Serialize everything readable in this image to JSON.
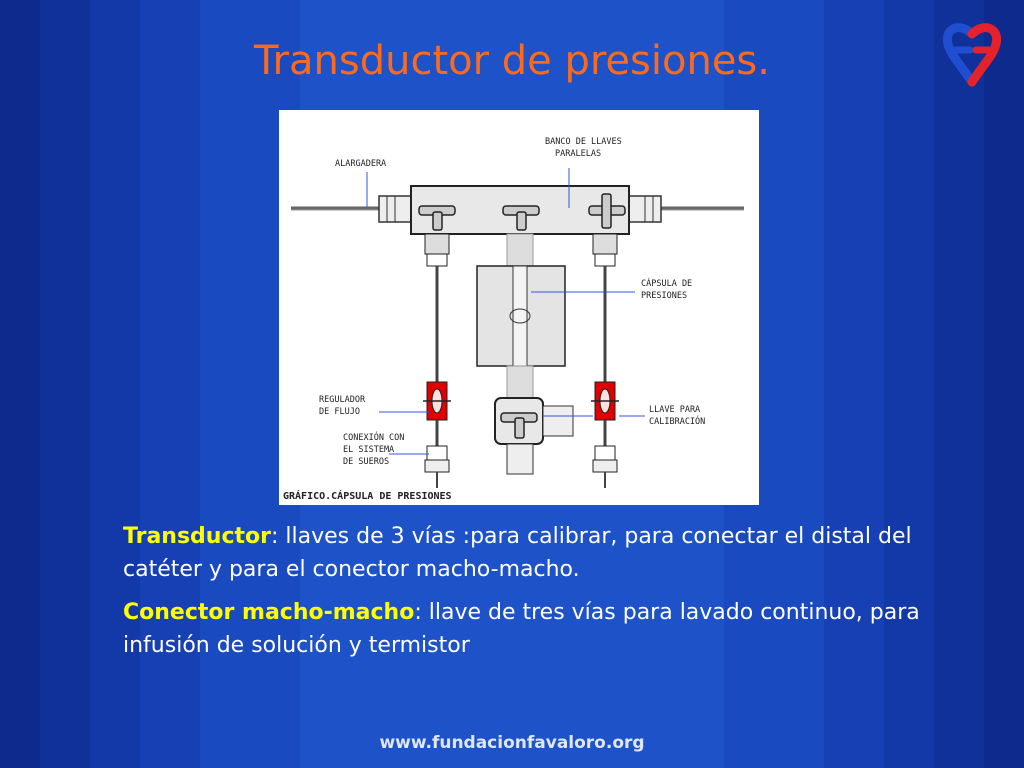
{
  "slide": {
    "title": "Transductor de presiones.",
    "footer_url": "www.fundacionfavaloro.org"
  },
  "diagram": {
    "labels": {
      "alargadera": "ALARGADERA",
      "banco_line1": "BANCO DE LLAVES",
      "banco_line2": "PARALELAS",
      "capsula_line1": "CÁPSULA DE",
      "capsula_line2": "PRESIONES",
      "regulador_line1": "REGULADOR",
      "regulador_line2": "DE  FLUJO",
      "conexion_line1": "CONEXIÓN CON",
      "conexion_line2": "EL SISTEMA",
      "conexion_line3": "DE SUEROS",
      "llave_line1": "LLAVE PARA",
      "llave_line2": "CALIBRACIÓN",
      "caption": "GRÁFICO.CÁPSULA DE PRESIONES"
    }
  },
  "body": {
    "para1_term": "Transductor",
    "para1_text": ": llaves de 3 vías :para calibrar, para conectar el distal del catéter y para el conector macho-macho.",
    "para2_term": "Conector macho-macho",
    "para2_text": ": llave de tres vías para lavado continuo, para infusión de solución y termistor"
  },
  "colors": {
    "title": "#ff6a1a",
    "term": "#ffff00",
    "body_text": "#ffffff",
    "regulator": "#e00000"
  },
  "icons": {
    "logo": "heart-logo-icon"
  }
}
